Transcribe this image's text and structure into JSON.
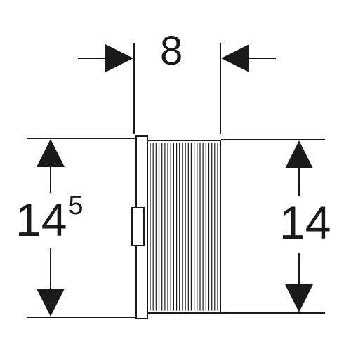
{
  "dimensions": {
    "width": {
      "label": "8"
    },
    "left_height": {
      "main": "14",
      "superscript": "5"
    },
    "right_height": {
      "label": "14"
    }
  },
  "colors": {
    "line": "#1a1a1a",
    "background": "#ffffff"
  },
  "part": {
    "rib_count": 24
  }
}
